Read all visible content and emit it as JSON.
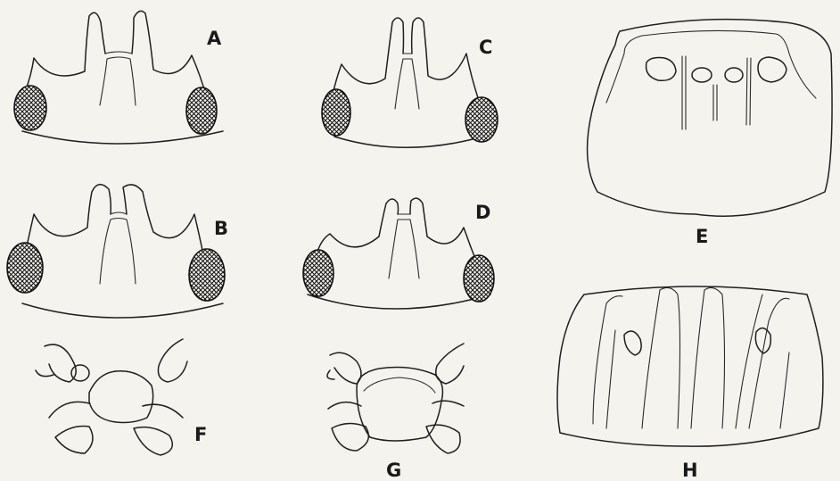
{
  "panels": [
    {
      "id": "A",
      "label": "A"
    },
    {
      "id": "B",
      "label": "B"
    },
    {
      "id": "C",
      "label": "C"
    },
    {
      "id": "D",
      "label": "D"
    },
    {
      "id": "E",
      "label": "E"
    },
    {
      "id": "F",
      "label": "F"
    },
    {
      "id": "G",
      "label": "G"
    },
    {
      "id": "H",
      "label": "H"
    }
  ],
  "colors": {
    "ink": "#1f1f1f",
    "paper": "#f4f3ee"
  }
}
